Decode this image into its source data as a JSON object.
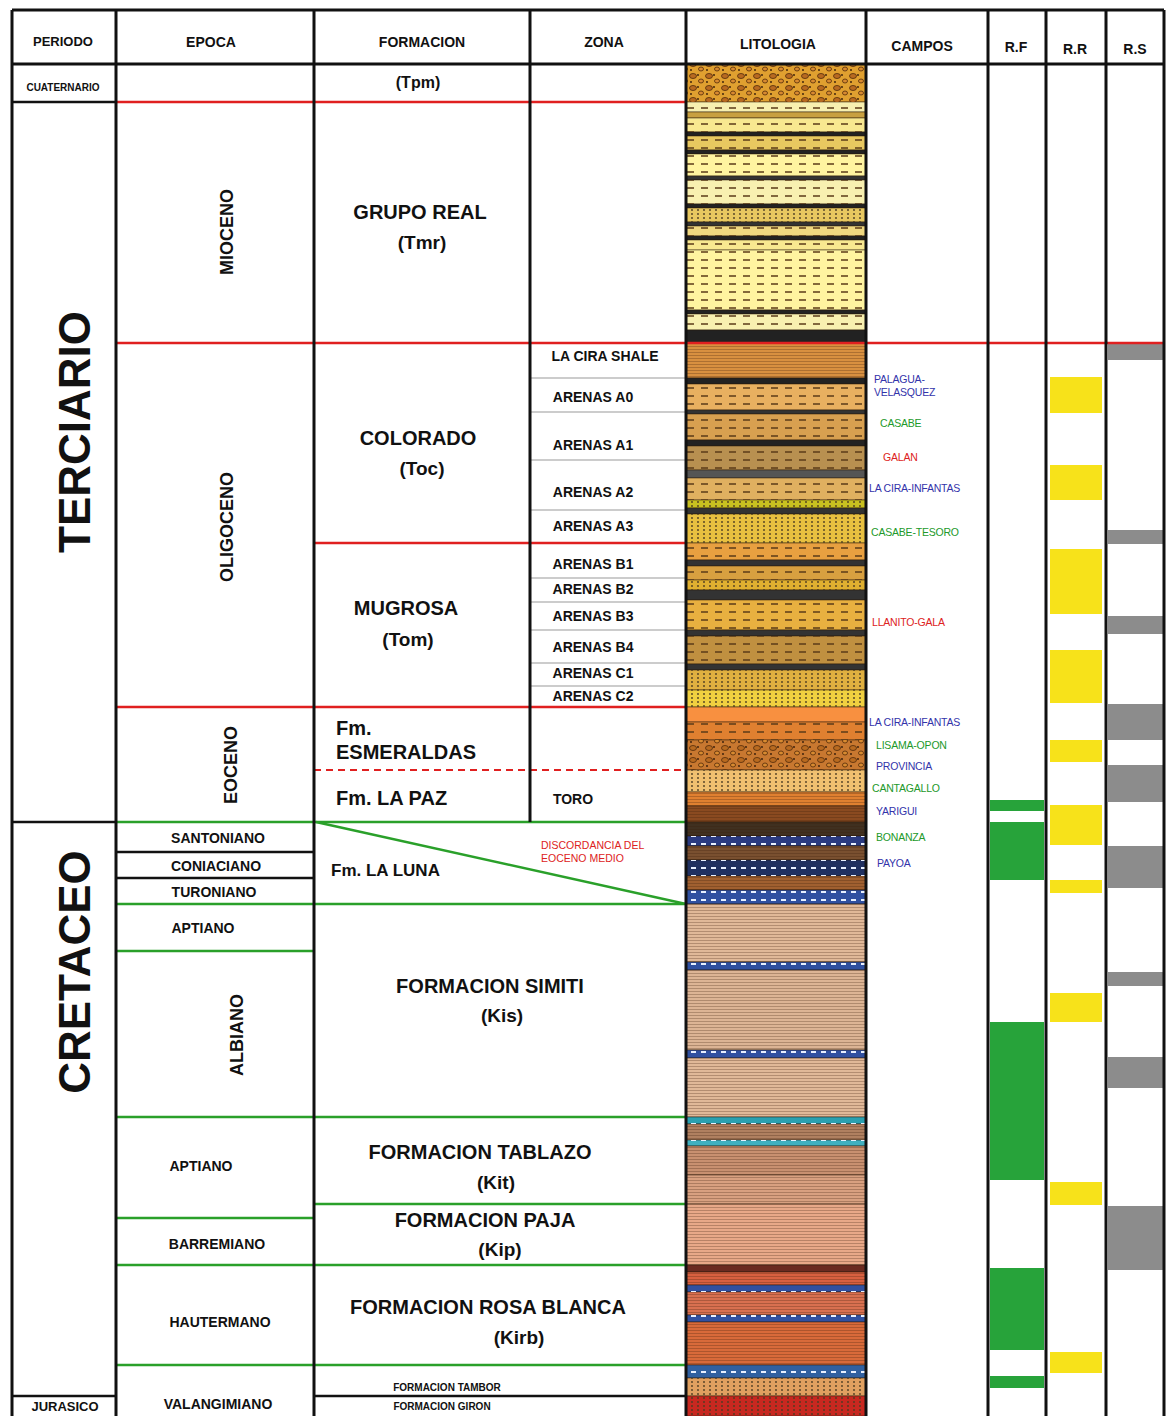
{
  "diagram": {
    "labels": [
      "PERIODO",
      "EPOCA",
      "FORMACION",
      "ZONA",
      "LITOLOGIA",
      "CAMPOS",
      "R.F",
      "R.R",
      "R.S",
      "CUATERNARIO",
      "(Tpm)",
      "TERCIARIO",
      "MIOCENO",
      "GRUPO REAL",
      "(Tmr)",
      "OLIGOCENO",
      "COLORADO",
      "(Toc)",
      "LA CIRA SHALE",
      "ARENAS A0",
      "ARENAS A1",
      "ARENAS A2",
      "ARENAS A3",
      "MUGROSA",
      "(Tom)",
      "ARENAS B1",
      "ARENAS B2",
      "ARENAS B3",
      "ARENAS B4",
      "ARENAS C1",
      "ARENAS C2",
      "PALAGUA- VELASQUEZ",
      "CASABE",
      "GALAN",
      "LA CIRA-INFANTAS",
      "CASABE-TESORO",
      "LLANITO-GALA",
      "LA CIRA-INFANTAS",
      "LISAMA-OPON",
      "PROVINCIA",
      "CANTAGALLO",
      "YARIGUI",
      "BONANZA",
      "PAYOA",
      "EOCENO",
      "Fm. ESMERALDAS",
      "Fm. LA PAZ",
      "TORO",
      "DISCORDANCIA DEL EOCENO MEDIO",
      "CRETACEO",
      "SANTONIANO",
      "CONIACIANO",
      "TURONIANO",
      "Fm. LA LUNA",
      "APTIANO",
      "ALBIANO",
      "FORMACION SIMITI",
      "(Kis)",
      "APTIANO",
      "FORMACION TABLAZO",
      "(Kit)",
      "BARREMIANO",
      "FORMACION PAJA",
      "(Kip)",
      "HAUTERMANO",
      "FORMACION ROSA BLANCA",
      "(Kirb)",
      "FORMACION TAMBOR",
      "JURASICO",
      "VALANGIMIANO",
      "FORMACION GIRON"
    ]
  }
}
